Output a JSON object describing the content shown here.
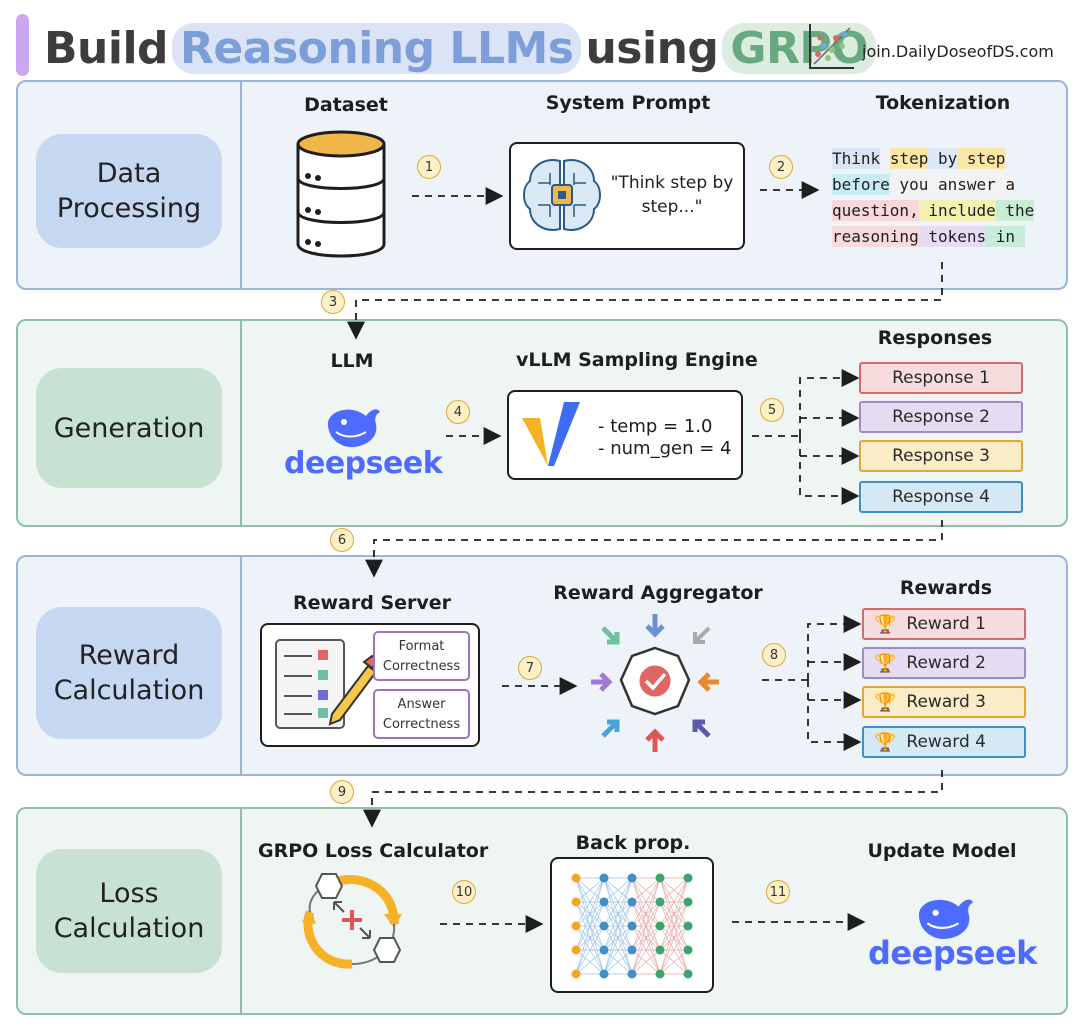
{
  "header": {
    "title_part1": "Build",
    "title_part2": "Reasoning LLMs",
    "title_part3": "using",
    "title_part4": "GRPO",
    "brand": "join.DailyDoseofDS.com"
  },
  "colors": {
    "accent_blue": "#7d9ed8",
    "accent_green": "#68a981",
    "section_blue_border": "#9bb4d8",
    "section_green_border": "#8fc0a6",
    "step_badge": "#fdf0c7",
    "deepseek_blue": "#4d6bfe"
  },
  "sections": {
    "data_processing": {
      "label": "Data\nProcessing",
      "dataset_title": "Dataset",
      "system_prompt_title": "System Prompt",
      "system_prompt_text": "\"Think step by\nstep...\"",
      "tokenization_title": "Tokenization",
      "tokens": [
        {
          "text": "Think",
          "color": "#dbe4f6"
        },
        {
          "text": " "
        },
        {
          "text": "step",
          "color": "#fbe6a6"
        },
        {
          "text": " by",
          "color": "#dde9f7"
        },
        {
          "text": " step",
          "color": "#fbe6a6"
        },
        {
          "text": "\n"
        },
        {
          "text": "before",
          "color": "#c7ecf5"
        },
        {
          "text": " you",
          "color": "#f3f3f3"
        },
        {
          "text": " answer",
          "color": "#f3f3f3"
        },
        {
          "text": " a",
          "color": "#f3f3f3"
        },
        {
          "text": "\n"
        },
        {
          "text": "question,",
          "color": "#f8d8d8"
        },
        {
          "text": " include",
          "color": "#f4f0b0"
        },
        {
          "text": " the",
          "color": "#c8ecd4"
        },
        {
          "text": "\n"
        },
        {
          "text": "reasoning",
          "color": "#f8dcdc"
        },
        {
          "text": " tokens",
          "color": "#e6dcf4"
        },
        {
          "text": " in",
          "color": "#c7ecd8"
        },
        {
          "text": " ",
          "color": "#c7ecd8"
        }
      ]
    },
    "generation": {
      "label": "Generation",
      "llm_title": "LLM",
      "llm_logo": "deepseek",
      "engine_title": "vLLM Sampling Engine",
      "engine_params": [
        "- temp = 1.0",
        "- num_gen = 4"
      ],
      "responses_title": "Responses",
      "responses": [
        "Response 1",
        "Response 2",
        "Response 3",
        "Response 4"
      ]
    },
    "reward": {
      "label": "Reward\nCalculation",
      "server_title": "Reward Server",
      "criteria": [
        "Format\nCorrectness",
        "Answer\nCorrectness"
      ],
      "aggregator_title": "Reward Aggregator",
      "rewards_title": "Rewards",
      "rewards": [
        "Reward 1",
        "Reward 2",
        "Reward 3",
        "Reward 4"
      ]
    },
    "loss": {
      "label": "Loss\nCalculation",
      "loss_title": "GRPO Loss Calculator",
      "backprop_title": "Back prop.",
      "update_title": "Update Model",
      "update_logo": "deepseek"
    }
  },
  "steps": [
    "1",
    "2",
    "3",
    "4",
    "5",
    "6",
    "7",
    "8",
    "9",
    "10",
    "11"
  ]
}
